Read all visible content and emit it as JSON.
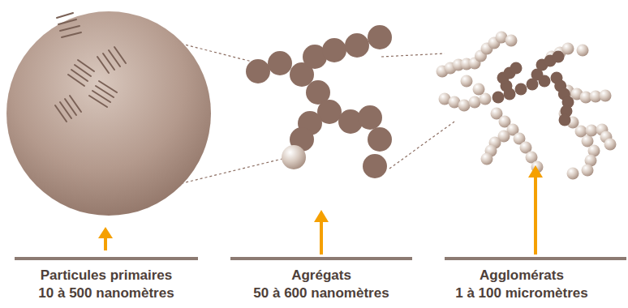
{
  "diagram": {
    "labels": [
      "Particules primaires",
      "10 à 500 nanomètres",
      "Agrégats",
      "50 à 600 nanomètres",
      "Agglomérats",
      "1 à 100 micromètres"
    ]
  }
}
